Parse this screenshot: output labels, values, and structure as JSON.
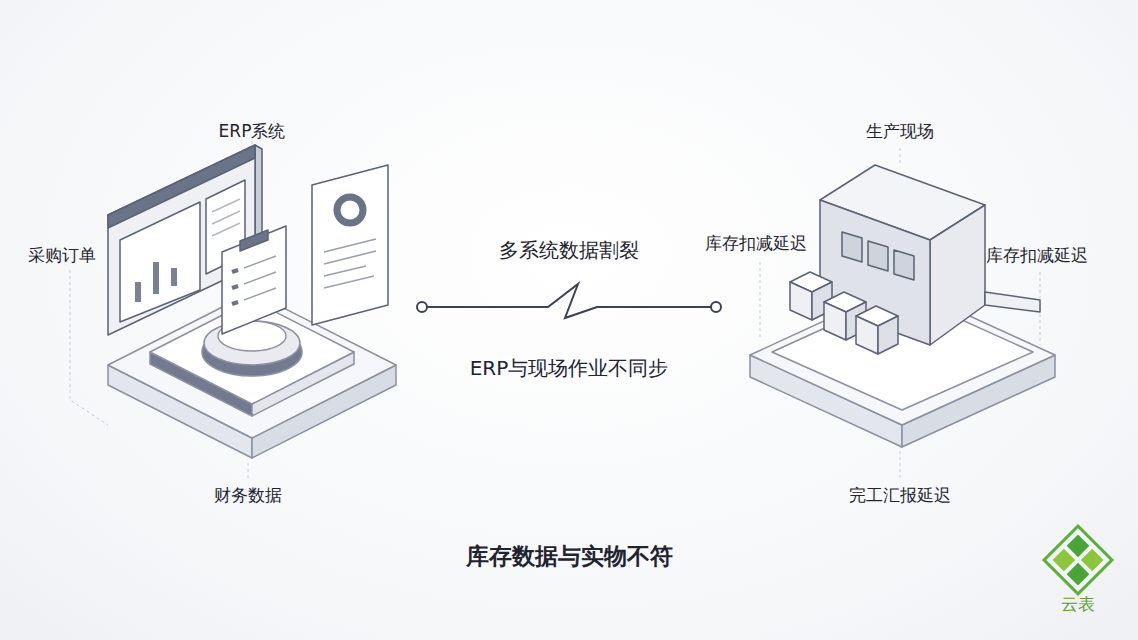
{
  "diagram": {
    "caption": "库存数据与实物不符",
    "nodes": [
      {
        "text": [
          "ERP系统"
        ]
      },
      {
        "text": [
          "生产现场"
        ]
      }
    ],
    "edges": [
      {
        "from": 0,
        "to": 1,
        "arrow": "none",
        "label": "多系统数据割裂"
      }
    ],
    "labels": [
      "采购订单",
      "财务数据",
      "ERP与现场作业不同步",
      "库存扣减延迟",
      "库存扣减延迟",
      "完工汇报延迟",
      "云表"
    ]
  }
}
